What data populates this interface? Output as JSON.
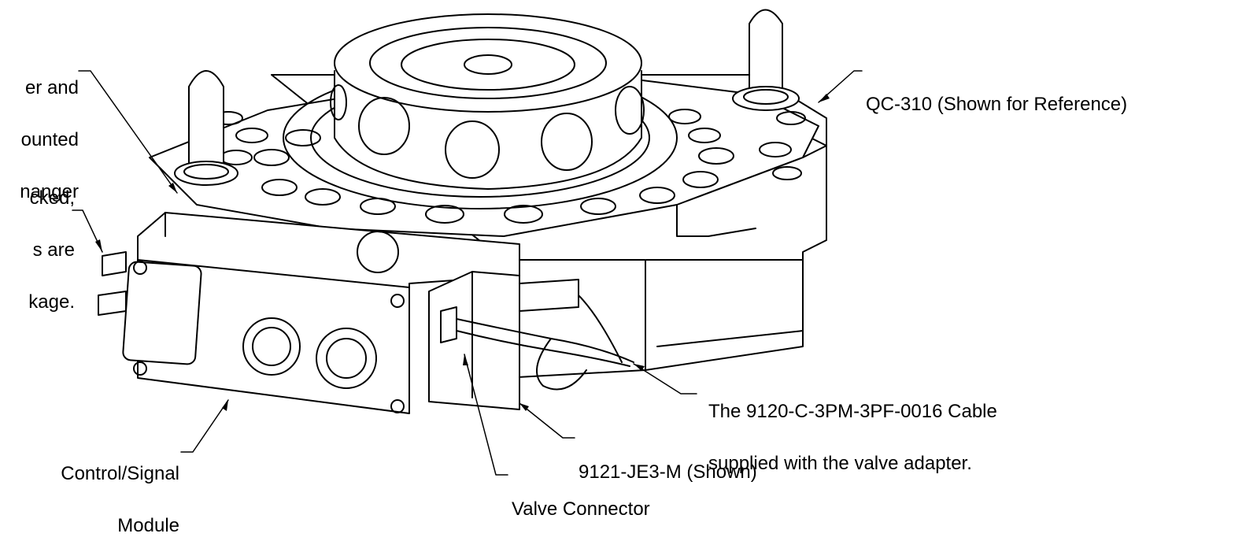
{
  "callouts": {
    "top_left_1": {
      "lines": [
        "er and",
        "ounted",
        "nanger"
      ]
    },
    "top_left_2": {
      "lines": [
        "cked,",
        "s are",
        "kage."
      ]
    },
    "qc310": {
      "lines": [
        "QC-310 (Shown for Reference)"
      ]
    },
    "cable": {
      "lines": [
        "The 9120-C-3PM-3PF-0016 Cable",
        "supplied with the valve adapter."
      ]
    },
    "je3m": {
      "lines": [
        "9121-JE3-M (Shown)"
      ]
    },
    "control_module": {
      "lines": [
        "Control/Signal",
        "Module"
      ]
    },
    "valve_connector": {
      "lines": [
        "Valve Connector"
      ]
    }
  }
}
